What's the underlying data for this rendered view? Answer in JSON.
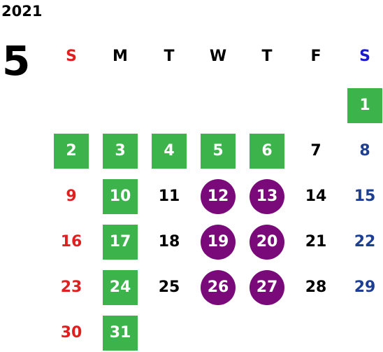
{
  "year": "2021",
  "month": "5",
  "weekdays": [
    "S",
    "M",
    "T",
    "W",
    "T",
    "F",
    "S"
  ],
  "colors": {
    "sunday_header": "#e02020",
    "saturday_header": "#1a1ad0",
    "sunday_day": "#e02020",
    "saturday_day": "#1c3f94",
    "weekday_day": "#000000",
    "holiday_highlight": "#3cb44b",
    "special_highlight": "#7a0a7a"
  },
  "days": [
    {
      "n": "1",
      "col": 6,
      "row": 0,
      "hl": "green"
    },
    {
      "n": "2",
      "col": 0,
      "row": 1,
      "hl": "green"
    },
    {
      "n": "3",
      "col": 1,
      "row": 1,
      "hl": "green"
    },
    {
      "n": "4",
      "col": 2,
      "row": 1,
      "hl": "green"
    },
    {
      "n": "5",
      "col": 3,
      "row": 1,
      "hl": "green"
    },
    {
      "n": "6",
      "col": 4,
      "row": 1,
      "hl": "green"
    },
    {
      "n": "7",
      "col": 5,
      "row": 1,
      "hl": ""
    },
    {
      "n": "8",
      "col": 6,
      "row": 1,
      "hl": ""
    },
    {
      "n": "9",
      "col": 0,
      "row": 2,
      "hl": ""
    },
    {
      "n": "10",
      "col": 1,
      "row": 2,
      "hl": "green"
    },
    {
      "n": "11",
      "col": 2,
      "row": 2,
      "hl": ""
    },
    {
      "n": "12",
      "col": 3,
      "row": 2,
      "hl": "circle"
    },
    {
      "n": "13",
      "col": 4,
      "row": 2,
      "hl": "circle"
    },
    {
      "n": "14",
      "col": 5,
      "row": 2,
      "hl": ""
    },
    {
      "n": "15",
      "col": 6,
      "row": 2,
      "hl": ""
    },
    {
      "n": "16",
      "col": 0,
      "row": 3,
      "hl": ""
    },
    {
      "n": "17",
      "col": 1,
      "row": 3,
      "hl": "green"
    },
    {
      "n": "18",
      "col": 2,
      "row": 3,
      "hl": ""
    },
    {
      "n": "19",
      "col": 3,
      "row": 3,
      "hl": "circle"
    },
    {
      "n": "20",
      "col": 4,
      "row": 3,
      "hl": "circle"
    },
    {
      "n": "21",
      "col": 5,
      "row": 3,
      "hl": ""
    },
    {
      "n": "22",
      "col": 6,
      "row": 3,
      "hl": ""
    },
    {
      "n": "23",
      "col": 0,
      "row": 4,
      "hl": ""
    },
    {
      "n": "24",
      "col": 1,
      "row": 4,
      "hl": "green"
    },
    {
      "n": "25",
      "col": 2,
      "row": 4,
      "hl": ""
    },
    {
      "n": "26",
      "col": 3,
      "row": 4,
      "hl": "circle"
    },
    {
      "n": "27",
      "col": 4,
      "row": 4,
      "hl": "circle"
    },
    {
      "n": "28",
      "col": 5,
      "row": 4,
      "hl": ""
    },
    {
      "n": "29",
      "col": 6,
      "row": 4,
      "hl": ""
    },
    {
      "n": "30",
      "col": 0,
      "row": 5,
      "hl": ""
    },
    {
      "n": "31",
      "col": 1,
      "row": 5,
      "hl": "green"
    }
  ]
}
